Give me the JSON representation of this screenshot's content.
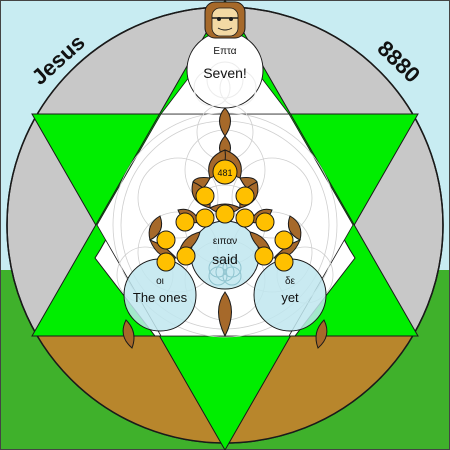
{
  "labels": {
    "left_word": "Jesus",
    "right_number": "8880",
    "top_greek": "Επτα",
    "top_english": "Seven!",
    "center_greek": "ειπαν",
    "center_english": "said",
    "left_greek": "οι",
    "left_english": "The ones",
    "right_greek": "δε",
    "right_english": "yet",
    "top_circle_number": "481"
  },
  "colors": {
    "sky": "#c8ecf2",
    "ground_green": "#3fb12b",
    "big_circle": "#c8c8c8",
    "earth_band": "#b8862c",
    "star_green": "#00ee00",
    "white_triangle": "#ffffff",
    "brown": "#a6692a",
    "gold": "#ffc000",
    "light_blue": "#bfe6ee",
    "dark_outline": "#1a1a1a"
  }
}
